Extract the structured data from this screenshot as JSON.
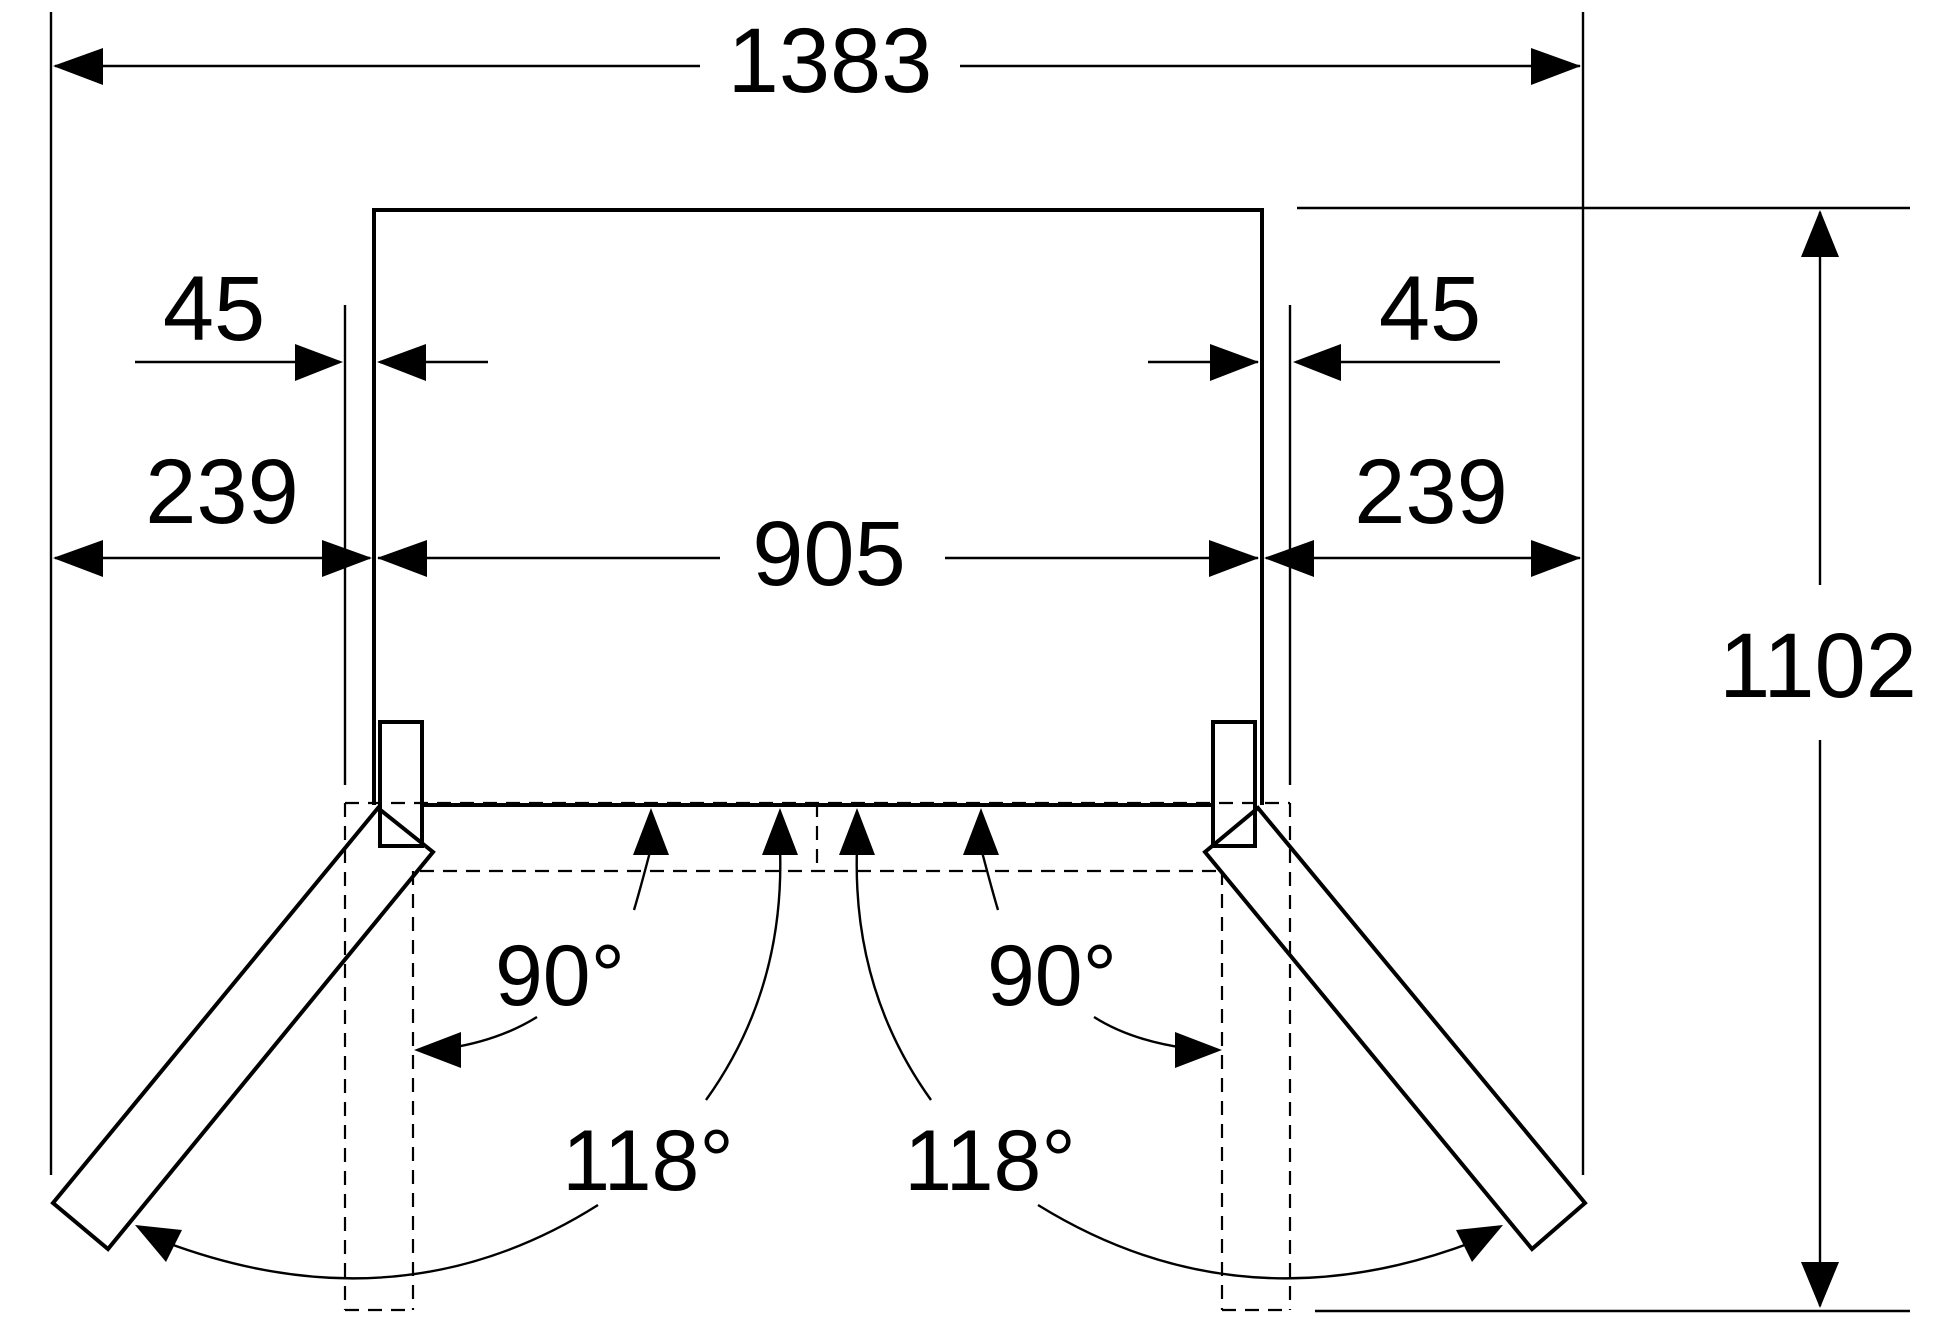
{
  "dimensions": {
    "overall_width": "1383",
    "overall_depth": "1102",
    "body_width": "905",
    "side_clearance_left": "239",
    "side_clearance_right": "239",
    "door_offset_left": "45",
    "door_offset_right": "45"
  },
  "angles": {
    "left_90": "90°",
    "right_90": "90°",
    "left_118": "118°",
    "right_118": "118°"
  },
  "colors": {
    "ink": "#000000",
    "background": "#ffffff"
  }
}
